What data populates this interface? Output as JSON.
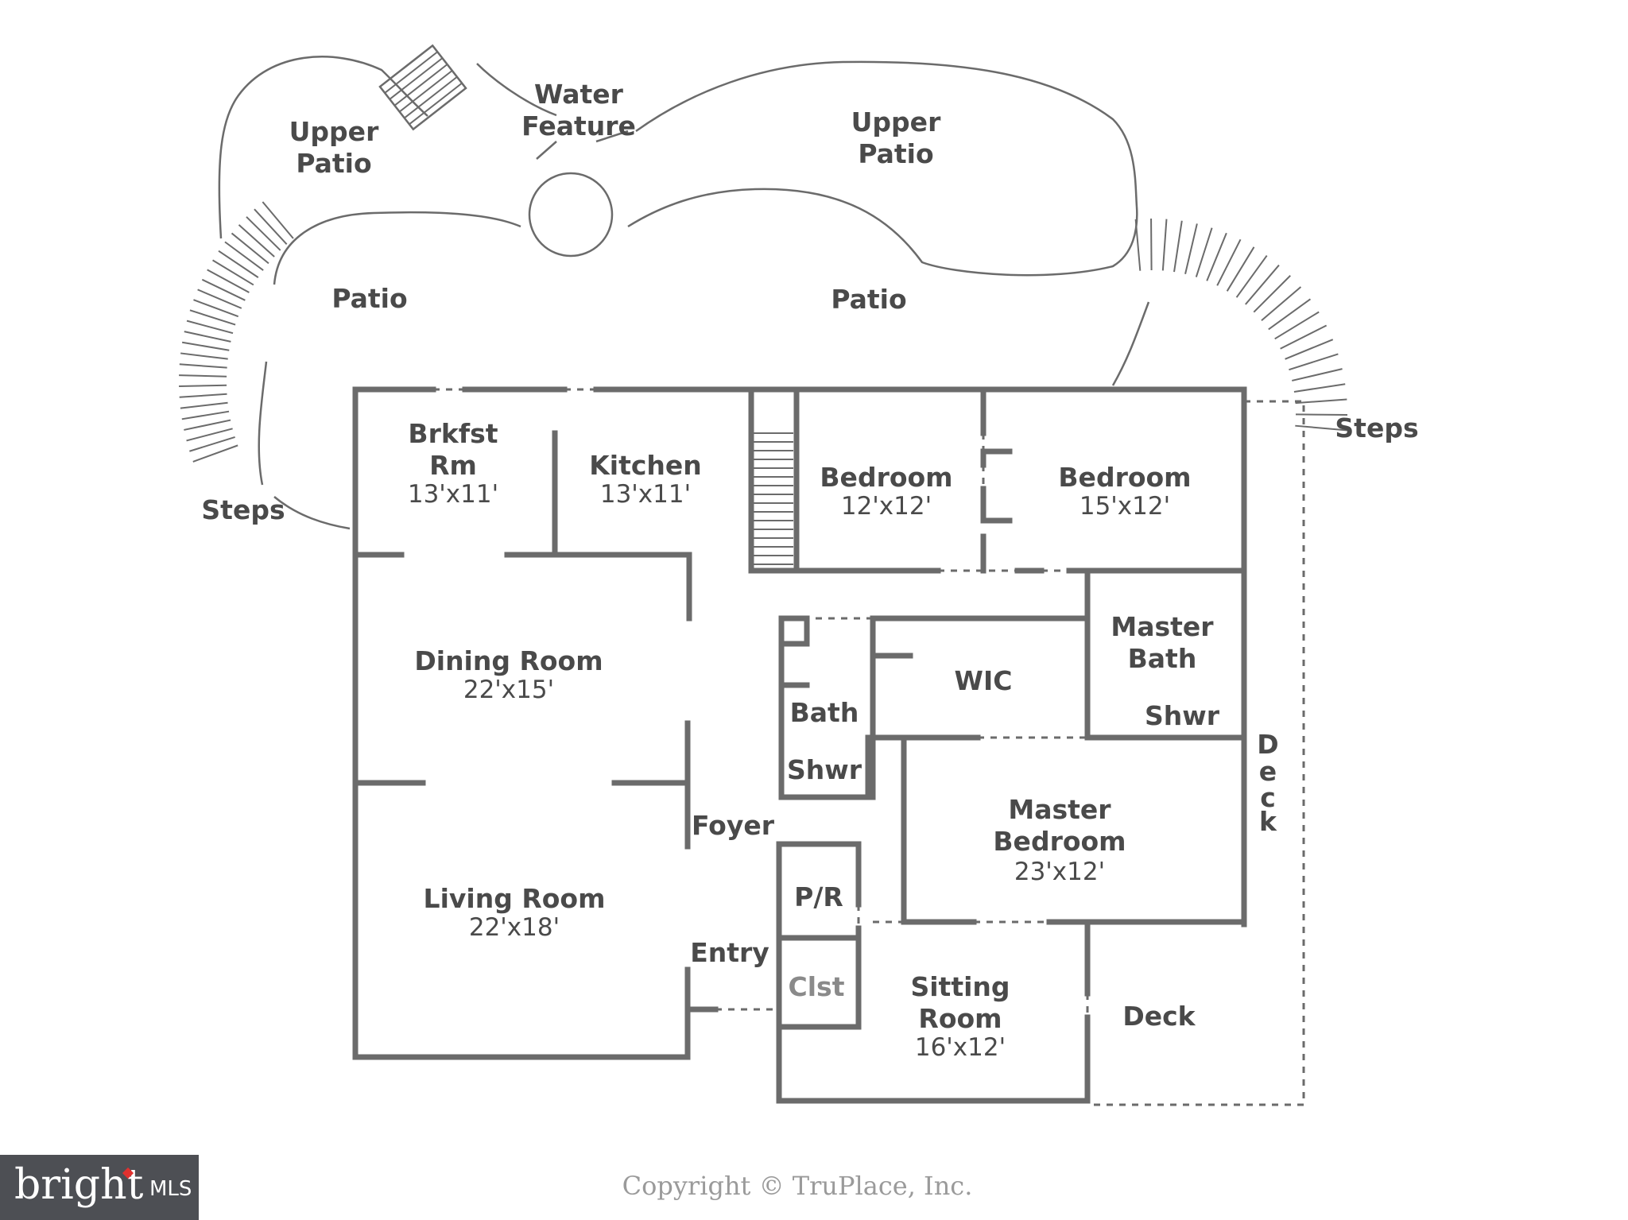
{
  "outdoor": {
    "upper_patio_left": [
      "Upper",
      "Patio"
    ],
    "water_feature": [
      "Water",
      "Feature"
    ],
    "upper_patio_right": [
      "Upper",
      "Patio"
    ],
    "patio_left": "Patio",
    "patio_right": "Patio",
    "steps_left": "Steps",
    "steps_right": "Steps"
  },
  "rooms": {
    "brkfst": {
      "name": [
        "Brkfst",
        "Rm"
      ],
      "dims": "13'x11'"
    },
    "kitchen": {
      "name": "Kitchen",
      "dims": "13'x11'"
    },
    "bedroom_a": {
      "name": "Bedroom",
      "dims": "12'x12'"
    },
    "bedroom_b": {
      "name": "Bedroom",
      "dims": "15'x12'"
    },
    "dining": {
      "name": "Dining Room",
      "dims": "22'x15'"
    },
    "master_bath": {
      "name": [
        "Master",
        "Bath"
      ],
      "shower": "Shwr"
    },
    "wic": {
      "name": "WIC"
    },
    "bath": {
      "name": "Bath",
      "shower": "Shwr"
    },
    "foyer": {
      "name": "Foyer"
    },
    "master_bedroom": {
      "name": [
        "Master",
        "Bedroom"
      ],
      "dims": "23'x12'"
    },
    "living": {
      "name": "Living Room",
      "dims": "22'x18'"
    },
    "powder": {
      "name": "P/R"
    },
    "entry": {
      "name": "Entry"
    },
    "closet": {
      "name": "Clst"
    },
    "sitting": {
      "name": [
        "Sitting",
        "Room"
      ],
      "dims": "16'x12'"
    },
    "deck_side": {
      "letters": [
        "D",
        "e",
        "c",
        "k"
      ]
    },
    "deck": {
      "name": "Deck"
    }
  },
  "footer": {
    "copyright": "Copyright © TruPlace, Inc."
  },
  "logo": {
    "word": "bright",
    "suffix": "MLS",
    "accent_color": "#e0312f"
  }
}
